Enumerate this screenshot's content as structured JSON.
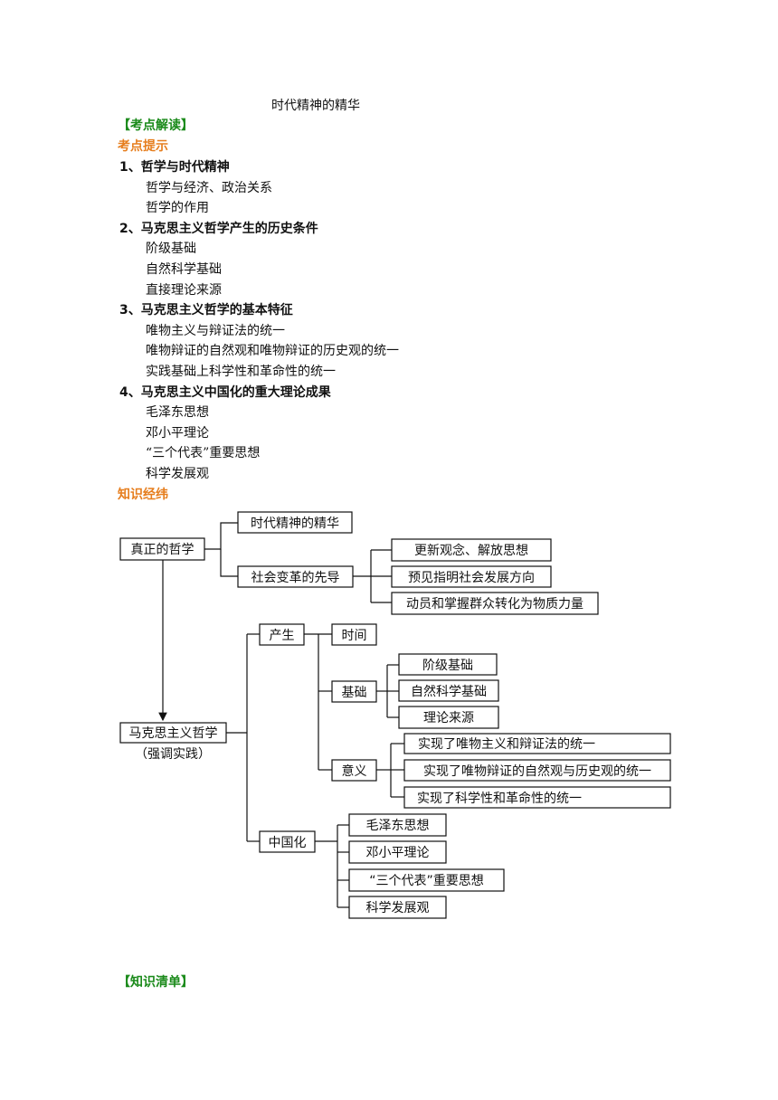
{
  "doc": {
    "title": "时代精神的精华",
    "section1": "【考点解读】",
    "subsection1": "考点提示",
    "groups": [
      {
        "heading": "1、哲学与时代精神",
        "items": [
          "哲学与经济、政治关系",
          "哲学的作用"
        ]
      },
      {
        "heading": "2、马克思主义哲学产生的历史条件",
        "items": [
          "阶级基础",
          "自然科学基础",
          "直接理论来源"
        ]
      },
      {
        "heading": "3、马克思主义哲学的基本特征",
        "items": [
          "唯物主义与辩证法的统一",
          "唯物辩证的自然观和唯物辩证的历史观的统一",
          "实践基础上科学性和革命性的统一"
        ]
      },
      {
        "heading": "4、马克思主义中国化的重大理论成果",
        "items": [
          "毛泽东思想",
          "邓小平理论",
          "“三个代表”重要思想",
          "科学发展观"
        ]
      }
    ],
    "subsection2": "知识经纬",
    "section2": "【知识清单】"
  },
  "diagram": {
    "root": "真正的哲学",
    "root_children": [
      "时代精神的精华",
      "社会变革的先导"
    ],
    "pioneer_children": [
      "更新观念、解放思想",
      "预见指明社会发展方向",
      "动员和掌握群众转化为物质力量"
    ],
    "marx": "马克思主义哲学",
    "marx_note": "（强调实践）",
    "birth": "产生",
    "time": "时间",
    "basis": "基础",
    "basis_children": [
      "阶级基础",
      "自然科学基础",
      "理论来源"
    ],
    "meaning": "意义",
    "meaning_children": [
      "实现了唯物主义和辩证法的统一",
      "实现了唯物辩证的自然观与历史观的统一",
      "实现了科学性和革命性的统一"
    ],
    "china": "中国化",
    "china_children": [
      "毛泽东思想",
      "邓小平理论",
      "“三个代表”重要思想",
      "科学发展观"
    ]
  }
}
